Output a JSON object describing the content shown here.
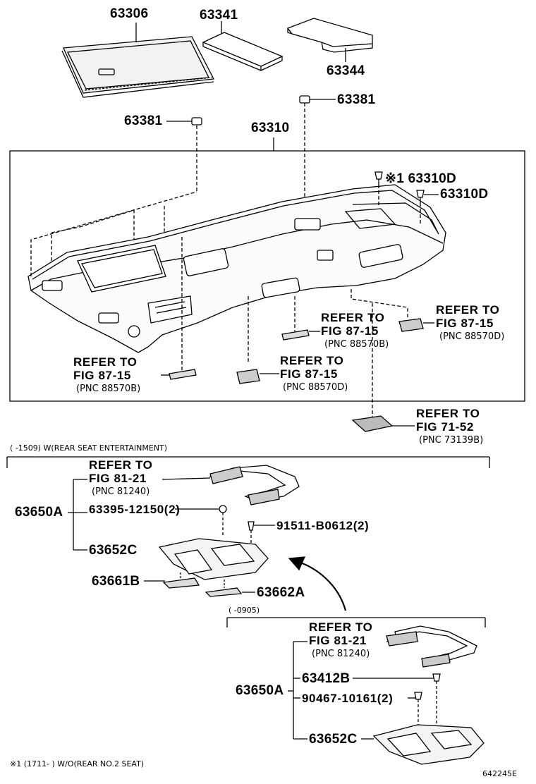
{
  "parts": {
    "p63306": "63306",
    "p63341": "63341",
    "p63344": "63344",
    "p63381_top": "63381",
    "p63381_left": "63381",
    "p63310": "63310",
    "p63310D_note": "※1 63310D",
    "p63310D": "63310D",
    "p63650A_a": "63650A",
    "p63395": "63395-12150(2)",
    "p91511": "91511-B0612(2)",
    "p63652C_a": "63652C",
    "p63661B": "63661B",
    "p63662A": "63662A",
    "p63650A_b": "63650A",
    "p63412B": "63412B",
    "p90467": "90467-10161(2)",
    "p63652C_b": "63652C"
  },
  "refs": {
    "r1": {
      "refer": "REFER TO",
      "fig": "FIG 87-15",
      "pnc": "(PNC 88570B)"
    },
    "r2": {
      "refer": "REFER TO",
      "fig": "FIG 87-15",
      "pnc": "(PNC 88570D)"
    },
    "r3": {
      "refer": "REFER TO",
      "fig": "FIG 87-15",
      "pnc": "(PNC 88570B)"
    },
    "r4": {
      "refer": "REFER TO",
      "fig": "FIG 87-15",
      "pnc": "(PNC 88570D)"
    },
    "r5": {
      "refer": "REFER TO",
      "fig": "FIG 71-52",
      "pnc": "(PNC 73139B)"
    },
    "r6": {
      "refer": "REFER TO",
      "fig": "FIG 81-21",
      "pnc": "(PNC 81240)"
    },
    "r7": {
      "refer": "REFER TO",
      "fig": "FIG 81-21",
      "pnc": "(PNC 81240)"
    }
  },
  "notes": {
    "section1": "(      -1509) W(REAR SEAT ENTERTAINMENT)",
    "section2": "(      -0905)",
    "footnote": "※1 (1711-        ) W/O(REAR NO.2 SEAT)",
    "diagram_id": "642245E"
  }
}
